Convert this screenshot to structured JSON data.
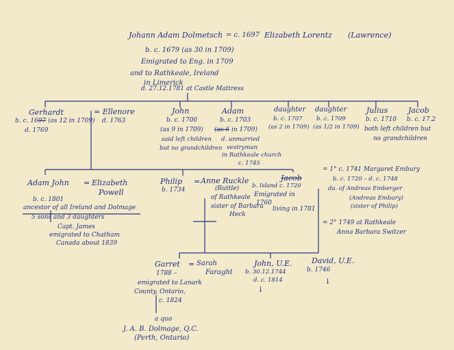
{
  "root": {
    "name": "Johann Adam Dolmetsch",
    "marriage": "= c. 1697",
    "spouse_first": "Elizabeth Lorentz",
    "spouse_alt": "(Lawrence)",
    "lines": [
      "b. c. 1679 (as 30 in 1709)",
      "Emigrated to Eng. in 1709",
      "and to Rathkeale, Ireland",
      "in Limerick",
      "d. 27.12.1781 at Castle Mattress"
    ]
  },
  "children": {
    "gerhardt": {
      "name": "Gerhardt",
      "born": "b. c. 16",
      "born_struck": "97",
      "age": "(as 12 in 1709)",
      "died": "d. 1769"
    },
    "wife_ellenore": {
      "name": "= Ellenore",
      "died": "d. 1763"
    },
    "john": {
      "name": "John",
      "born": "b. c. 1700",
      "age": "(as 9 in 1709)",
      "note1": "said left children",
      "note2": "but no grandchildren"
    },
    "adam": {
      "name": "Adam",
      "born": "b. c. 1703",
      "age_struck": "(as 6",
      "age": "in 1709)",
      "note1": "d. unmarried",
      "note2": "vestryman",
      "note3": "in Rathkeale church",
      "note4": "c. 1745"
    },
    "daughter1": {
      "name": "daughter",
      "born": "b. c. 1707",
      "age": "(as 2 in 1709)"
    },
    "daughter2": {
      "name": "daughter",
      "born": "b. c. 1709",
      "age": "(as 1/2 in 1709)"
    },
    "julius": {
      "name": "Julius",
      "born": "b. c. 1710"
    },
    "jacob": {
      "name": "Jacob",
      "born": "b. c. 17.2"
    },
    "both_note1": "both left children but",
    "both_note2": "no grandchildren"
  },
  "gen3": {
    "adam_john": {
      "name": "Adam John",
      "eq": "=",
      "wife": "Elizabeth",
      "wife2": "Powell",
      "born": "b. c. 1801",
      "note": "ancestor of all Ireland and Dolmage",
      "children": "5 sons and 3 daughters"
    },
    "capt_james": {
      "l1": "Capt. James",
      "l2": "emigrated to Chatham",
      "l3": "Canada about 1839"
    },
    "philip": {
      "name": "Philip",
      "eq": "=",
      "born": "b. 1734",
      "wife": "Anne Ruckle",
      "w2": "(Ruttle)",
      "w3": "of Rathkeale",
      "w4": "sister of Barbara",
      "w5": "Heck"
    },
    "jacob2": {
      "name": "Jacob",
      "born": "b. Island c. 1720",
      "l2": "Emigrated in",
      "l3": "1760",
      "l4": "living in 1781"
    },
    "marriage1": {
      "l1": "= 1° c. 1741 Margaret Embury",
      "l2": "b. c. 1720 – d. c. 1748",
      "l3": "da. of Andreas Emberger",
      "l4": "(Andreas Embury)",
      "l5": "(sister of Philip)"
    },
    "marriage2": {
      "l1": "= 2° 1749 at Rathkeale",
      "l2": "Anna Barbara Switzer"
    }
  },
  "gen4": {
    "garret": {
      "name": "Garret",
      "eq": "=",
      "wife": "Sarah",
      "wife2": "Faraght",
      "born": "1788 –",
      "l1": "emigrated to Lanark",
      "l2": "County, Ontario,",
      "l3": "c. 1824"
    },
    "john_ue": {
      "name": "John, U.E.",
      "born": "b. 30.12.1744",
      "died": "d. c. 1814",
      "arrow": "↓"
    },
    "david_ue": {
      "name": "David, U.E.",
      "born": "b. 1746",
      "arrow": "↓"
    },
    "a_quo": "a quo",
    "jab": "J. A. B. Dolmage, Q.C.",
    "perth": "(Perth, Ontario)"
  }
}
